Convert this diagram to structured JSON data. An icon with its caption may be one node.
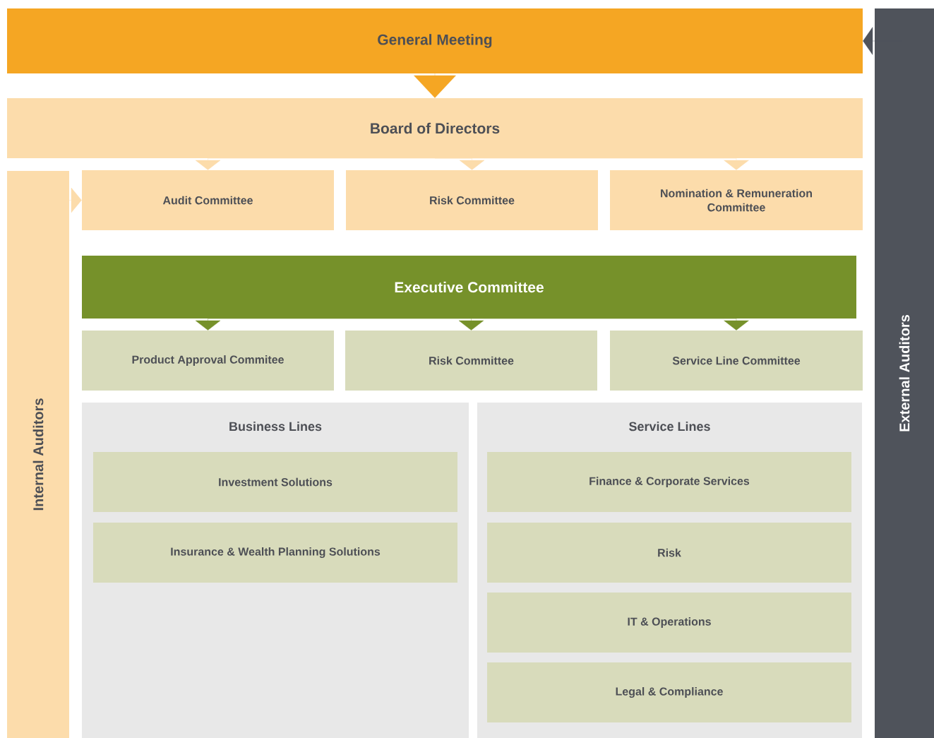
{
  "diagram": {
    "nodes": [
      {
        "text": [
          "General Meeting"
        ]
      },
      {
        "text": [
          "Board of Directors"
        ]
      },
      {
        "text": [
          "Internal Auditors"
        ]
      },
      {
        "text": [
          "Audit Committee"
        ]
      },
      {
        "text": [
          "Risk Committee"
        ]
      },
      {
        "text": [
          "Nomination & Remuneration Committee"
        ]
      },
      {
        "text": [
          "Executive Committee"
        ]
      },
      {
        "text": [
          "Product Approval Commitee"
        ]
      },
      {
        "text": [
          "Risk Committee"
        ]
      },
      {
        "text": [
          "Service Line Committee"
        ]
      },
      {
        "text": [
          "Business Lines"
        ]
      },
      {
        "text": [
          "Investment Solutions"
        ],
        "in": 10
      },
      {
        "text": [
          "Insurance & Wealth Planning Solutions"
        ],
        "in": 10
      },
      {
        "text": [
          "Service Lines"
        ]
      },
      {
        "text": [
          "Finance & Corporate Services"
        ],
        "in": 13
      },
      {
        "text": [
          "Risk"
        ],
        "in": 13
      },
      {
        "text": [
          "IT & Operations"
        ],
        "in": 13
      },
      {
        "text": [
          "Legal & Compliance"
        ],
        "in": 13
      },
      {
        "text": [
          "External Auditors"
        ]
      }
    ],
    "edges": [
      {
        "from": 0,
        "to": 1,
        "arrow": "to",
        "color": "#f5a623"
      },
      {
        "from": 1,
        "to": 3,
        "arrow": "to",
        "color": "#fcdcab"
      },
      {
        "from": 1,
        "to": 4,
        "arrow": "to",
        "color": "#fcdcab"
      },
      {
        "from": 1,
        "to": 5,
        "arrow": "to",
        "color": "#fcdcab"
      },
      {
        "from": 6,
        "to": 7,
        "arrow": "to",
        "color": "#76912a"
      },
      {
        "from": 6,
        "to": 8,
        "arrow": "to",
        "color": "#76912a"
      },
      {
        "from": 6,
        "to": 9,
        "arrow": "to",
        "color": "#76912a"
      },
      {
        "from": 18,
        "to": 0,
        "arrow": "to",
        "color": "#4f535b"
      },
      {
        "from": 2,
        "to": 3,
        "arrow": "to",
        "color": "#fcdcab"
      }
    ]
  }
}
